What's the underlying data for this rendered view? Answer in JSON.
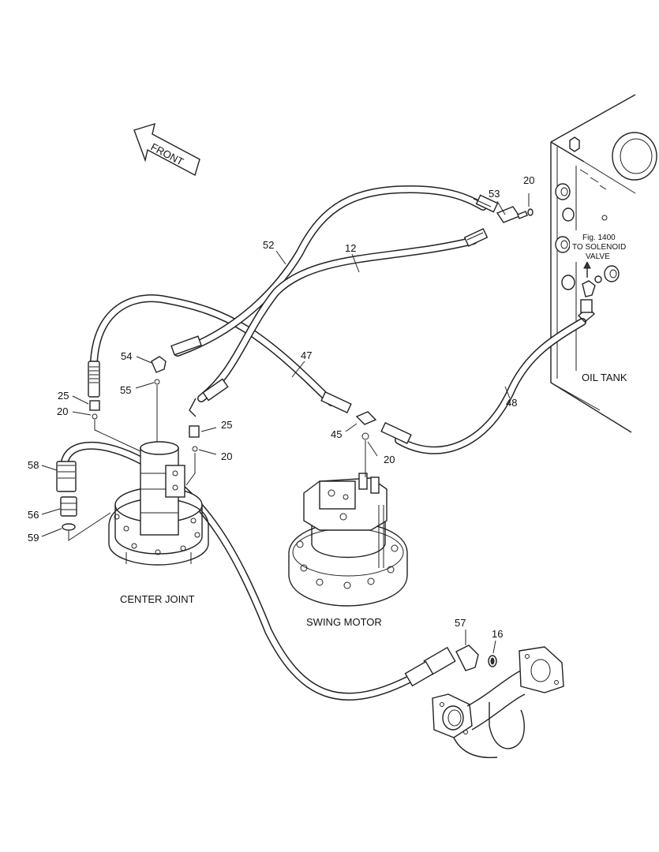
{
  "direction_arrow": {
    "label": "FRONT"
  },
  "components": {
    "center_joint": "CENTER JOINT",
    "swing_motor": "SWING MOTOR",
    "oil_tank": "OIL TANK"
  },
  "note": {
    "line1": "Fig. 1400",
    "line2": "TO SOLENOID",
    "line3": "VALVE"
  },
  "callouts": {
    "c12": "12",
    "c16": "16",
    "c20a": "20",
    "c20b": "20",
    "c20c": "20",
    "c20d": "20",
    "c25a": "25",
    "c25b": "25",
    "c45": "45",
    "c47": "47",
    "c48": "48",
    "c52": "52",
    "c53": "53",
    "c54": "54",
    "c55": "55",
    "c56": "56",
    "c57": "57",
    "c58": "58",
    "c59": "59"
  }
}
